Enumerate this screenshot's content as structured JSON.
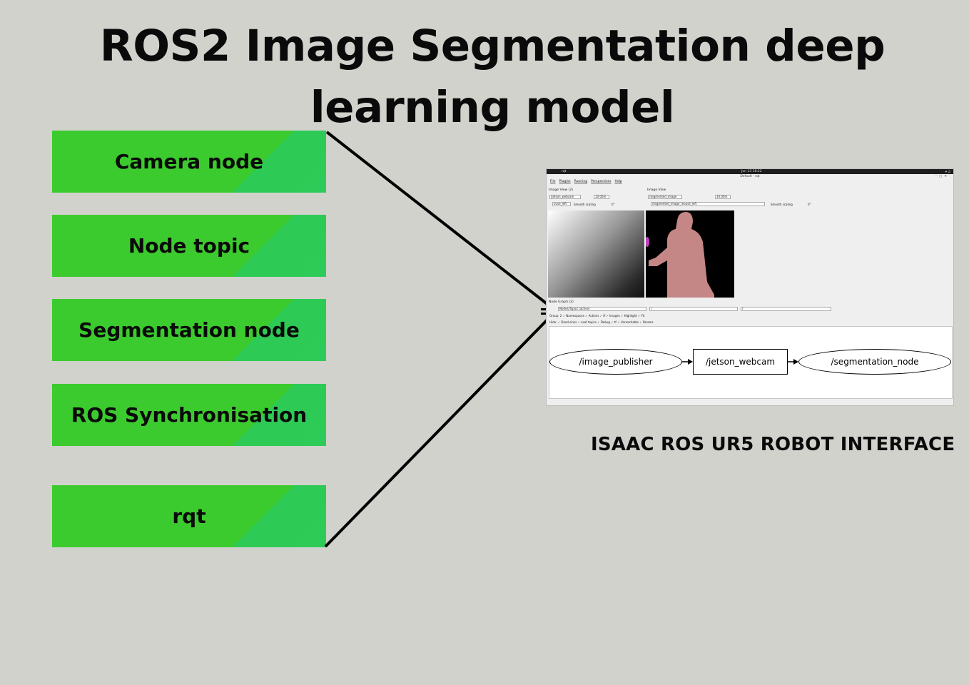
{
  "title": "ROS2 Image Segmentation deep learning model",
  "boxes": [
    {
      "label": "Camera node"
    },
    {
      "label": "Node topic"
    },
    {
      "label": "Segmentation node"
    },
    {
      "label": "ROS Synchronisation"
    },
    {
      "label": "rqt"
    }
  ],
  "caption": "ISAAC ROS UR5 ROBOT INTERFACE",
  "screenshot": {
    "clock": "Jun 13  18:22",
    "window_title": "Default - rqt",
    "app_name": "rqt",
    "menu": [
      "File",
      "Plugins",
      "Running",
      "Perspectives",
      "Help"
    ],
    "left_pane_title": "Image View (2)",
    "right_pane_title": "Image View",
    "left_topic": "/jetson_webcam",
    "right_topic": "/segmented_image",
    "zoom": "10.00m",
    "left_mouse_topic": "ouse_left",
    "right_mouse_topic": "/segmented_image_mouse_left",
    "smooth_scaling": "Smooth scaling",
    "rotation": "0°",
    "node_graph_title": "Node Graph (2)",
    "graph_mode": "Nodes/Topics (active)",
    "filter_slash_1": "/",
    "filter_slash_2": "/",
    "group_row": "Group: 2   ✓ Namespaces  ✓ Actions  ✓ tf  ✓ Images   ✓ Highlight  ✓ Fit",
    "hide_row": "Hide:  ✓ Dead sinks  ✓ Leaf topics  ✓ Debug   ✓ tf  ✓ Unreachable  ✓ Params",
    "nodes": [
      {
        "label": "/image_publisher",
        "shape": "oval"
      },
      {
        "label": "/jetson_webcam",
        "shape": "rect"
      },
      {
        "label": "/segmentation_node",
        "shape": "oval"
      }
    ]
  },
  "colors": {
    "background": "#d2d2cd",
    "box_green": "#3ccb2e",
    "box_accent": "#2ecb58",
    "line": "#000000"
  }
}
